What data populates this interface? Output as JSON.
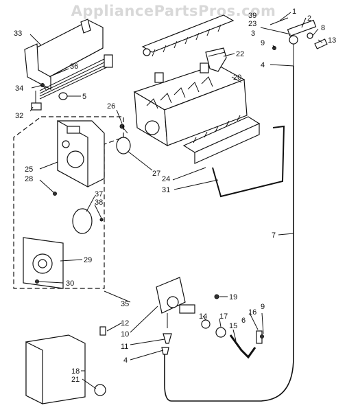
{
  "watermark": "AppliancePartsPros.com",
  "colors": {
    "ink": "#111111",
    "watermark": "#d8d8d8",
    "background": "#ffffff"
  },
  "labels": {
    "l1": "1",
    "l2": "2",
    "l39": "39",
    "l23": "23",
    "l3": "3",
    "l8": "8",
    "l13": "13",
    "l9a": "9",
    "l22": "22",
    "l4a": "4",
    "l20": "20",
    "l33": "33",
    "l36": "36",
    "l34": "34",
    "l5": "5",
    "l32": "32",
    "l26": "26",
    "l25": "25",
    "l28": "28",
    "l27": "27",
    "l24": "24",
    "l31": "31",
    "l37": "37",
    "l38": "38",
    "l7": "7",
    "l29": "29",
    "l30": "30",
    "l35": "35",
    "l19": "19",
    "l12": "12",
    "l10": "10",
    "l14": "14",
    "l17": "17",
    "l15": "15",
    "l16": "16",
    "l6": "6",
    "l9b": "9",
    "l11": "11",
    "l4b": "4",
    "l18": "18",
    "l21": "21"
  }
}
